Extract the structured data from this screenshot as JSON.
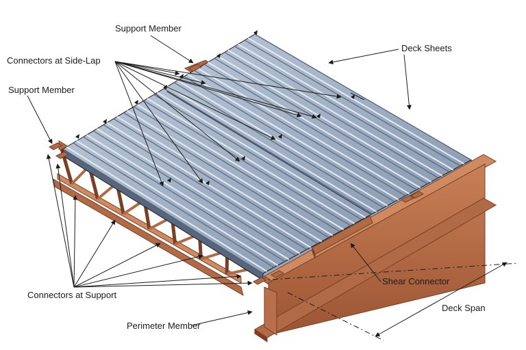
{
  "colors": {
    "deck_light": "#aebdd0",
    "deck_mid": "#8193ab",
    "deck_dark": "#56667d",
    "steel": "#b06a45",
    "steel_dark": "#7a3f24",
    "steel_light": "#cf8a62",
    "outline": "#1a1a1a"
  },
  "labels": {
    "support_member_top": "Support Member",
    "connectors_side_lap": "Connectors at Side-Lap",
    "support_member_left": "Support Member",
    "deck_sheets": "Deck Sheets",
    "shear_connector": "Shear Connector",
    "deck_span": "Deck Span",
    "connectors_at_support": "Connectors at Support",
    "perimeter_member": "Perimeter Member"
  }
}
